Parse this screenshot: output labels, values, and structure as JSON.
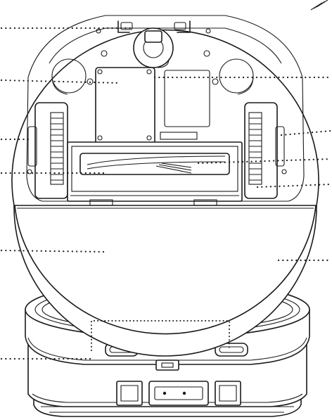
{
  "figure": {
    "kind": "robot-vacuum-bottom-view-parts-diagram",
    "line_color": "#1a1a1a",
    "background": "#ffffff",
    "callout_count": 11,
    "icons": [
      "robot-vacuum-underside",
      "docking-station",
      "main-brush",
      "side-brush",
      "drive-wheel"
    ]
  }
}
